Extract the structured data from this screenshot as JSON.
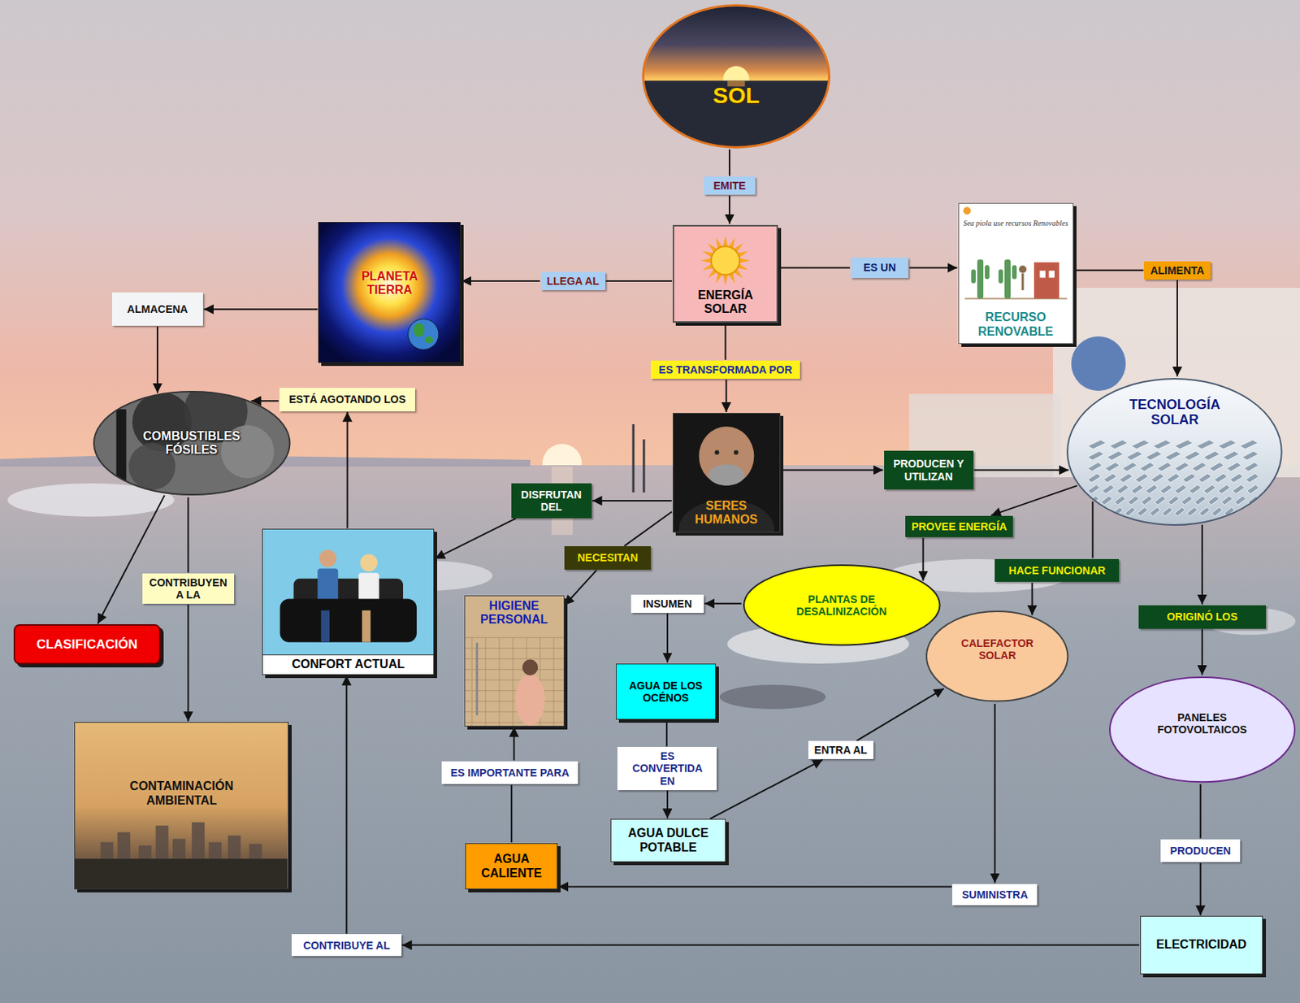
{
  "diagram": {
    "nodes": [
      {
        "text": [
          "SOL"
        ]
      },
      {
        "text": [
          "EMITE"
        ]
      },
      {
        "text": [
          "ENERGÍA SOLAR"
        ]
      },
      {
        "text": [
          "LLEGA AL"
        ]
      },
      {
        "text": [
          "PLANETA TIERRA"
        ]
      },
      {
        "text": [
          "ES UN"
        ]
      },
      {
        "text": [
          "RECURSO RENOVABLE"
        ]
      },
      {
        "text": [
          "ALIMENTA"
        ]
      },
      {
        "text": [
          "ALMACENA"
        ]
      },
      {
        "text": [
          "ES TRANSFORMADA POR"
        ]
      },
      {
        "text": [
          "COMBUSTIBLES FÓSILES"
        ]
      },
      {
        "text": [
          "ESTÁ AGOTANDO LOS"
        ]
      },
      {
        "text": [
          "SERES HUMANOS"
        ]
      },
      {
        "text": [
          "TECNOLOGÍA SOLAR"
        ]
      },
      {
        "text": [
          "PRODUCEN Y UTILIZAN"
        ]
      },
      {
        "text": [
          "DISFRUTAN DEL"
        ]
      },
      {
        "text": [
          "PROVEE ENERGÍA"
        ]
      },
      {
        "text": [
          "NECESITAN"
        ]
      },
      {
        "text": [
          "HACE FUNCIONAR"
        ]
      },
      {
        "text": [
          "CONFORT ACTUAL"
        ]
      },
      {
        "text": [
          "CONTRIBUYEN A LA"
        ]
      },
      {
        "text": [
          "PLANTAS DE DESALINIZACIÓN"
        ]
      },
      {
        "text": [
          "INSUMEN"
        ]
      },
      {
        "text": [
          "ORIGINÓ LOS"
        ]
      },
      {
        "text": [
          "HIGIENE PERSONAL"
        ]
      },
      {
        "text": [
          "CLASIFICACIÓN"
        ]
      },
      {
        "text": [
          "AGUA DE LOS OCÉNOS"
        ]
      },
      {
        "text": [
          "CALEFACTOR SOLAR"
        ]
      },
      {
        "text": [
          "PANELES FOTOVOLTAICOS"
        ]
      },
      {
        "text": [
          "ES CONVERTIDA EN"
        ]
      },
      {
        "text": [
          "ENTRA AL"
        ]
      },
      {
        "text": [
          "ES IMPORTANTE PARA"
        ]
      },
      {
        "text": [
          "CONTAMINACIÓN AMBIENTAL"
        ]
      },
      {
        "text": [
          "AGUA DULCE POTABLE"
        ]
      },
      {
        "text": [
          "AGUA CALIENTE"
        ]
      },
      {
        "text": [
          "SUMINISTRA"
        ]
      },
      {
        "text": [
          "PRODUCEN"
        ]
      },
      {
        "text": [
          "ELECTRICIDAD"
        ]
      },
      {
        "text": [
          "CONTRIBUYE AL"
        ]
      }
    ],
    "edges": [
      {
        "from": 0,
        "to": 1,
        "arrow": "none"
      },
      {
        "from": 1,
        "to": 2,
        "arrow": "to"
      },
      {
        "from": 2,
        "to": 3,
        "arrow": "none"
      },
      {
        "from": 3,
        "to": 4,
        "arrow": "to"
      },
      {
        "from": 2,
        "to": 5,
        "arrow": "none"
      },
      {
        "from": 5,
        "to": 6,
        "arrow": "to"
      },
      {
        "from": 6,
        "to": 7,
        "arrow": "none"
      },
      {
        "from": 7,
        "to": 13,
        "arrow": "to"
      },
      {
        "from": 4,
        "to": 8,
        "arrow": "to"
      },
      {
        "from": 8,
        "to": 10,
        "arrow": "to"
      },
      {
        "from": 2,
        "to": 9,
        "arrow": "none"
      },
      {
        "from": 9,
        "to": 12,
        "arrow": "to"
      },
      {
        "from": 11,
        "to": 10,
        "arrow": "to"
      },
      {
        "from": 19,
        "to": 11,
        "arrow": "to"
      },
      {
        "from": 10,
        "to": 25,
        "arrow": "to"
      },
      {
        "from": 10,
        "to": 20,
        "arrow": "none"
      },
      {
        "from": 20,
        "to": 32,
        "arrow": "to"
      },
      {
        "from": 12,
        "to": 14,
        "arrow": "to"
      },
      {
        "from": 14,
        "to": 13,
        "arrow": "to"
      },
      {
        "from": 12,
        "to": 15,
        "arrow": "to"
      },
      {
        "from": 15,
        "to": 19,
        "arrow": "to"
      },
      {
        "from": 12,
        "to": 17,
        "arrow": "none"
      },
      {
        "from": 17,
        "to": 24,
        "arrow": "to"
      },
      {
        "from": 13,
        "to": 16,
        "arrow": "to"
      },
      {
        "from": 16,
        "to": 21,
        "arrow": "to"
      },
      {
        "from": 13,
        "to": 18,
        "arrow": "none"
      },
      {
        "from": 18,
        "to": 27,
        "arrow": "to"
      },
      {
        "from": 13,
        "to": 23,
        "arrow": "to"
      },
      {
        "from": 23,
        "to": 28,
        "arrow": "to"
      },
      {
        "from": 21,
        "to": 22,
        "arrow": "to"
      },
      {
        "from": 22,
        "to": 26,
        "arrow": "to"
      },
      {
        "from": 26,
        "to": 29,
        "arrow": "none"
      },
      {
        "from": 29,
        "to": 33,
        "arrow": "to"
      },
      {
        "from": 33,
        "to": 30,
        "arrow": "to"
      },
      {
        "from": 30,
        "to": 27,
        "arrow": "to"
      },
      {
        "from": 27,
        "to": 35,
        "arrow": "to"
      },
      {
        "from": 35,
        "to": 34,
        "arrow": "to"
      },
      {
        "from": 34,
        "to": 31,
        "arrow": "none"
      },
      {
        "from": 31,
        "to": 24,
        "arrow": "to"
      },
      {
        "from": 28,
        "to": 36,
        "arrow": "none"
      },
      {
        "from": 36,
        "to": 37,
        "arrow": "to"
      },
      {
        "from": 37,
        "to": 38,
        "arrow": "to"
      },
      {
        "from": 38,
        "to": 19,
        "arrow": "to"
      }
    ],
    "labels": [
      "Sea piola use recursos Renovables"
    ]
  }
}
